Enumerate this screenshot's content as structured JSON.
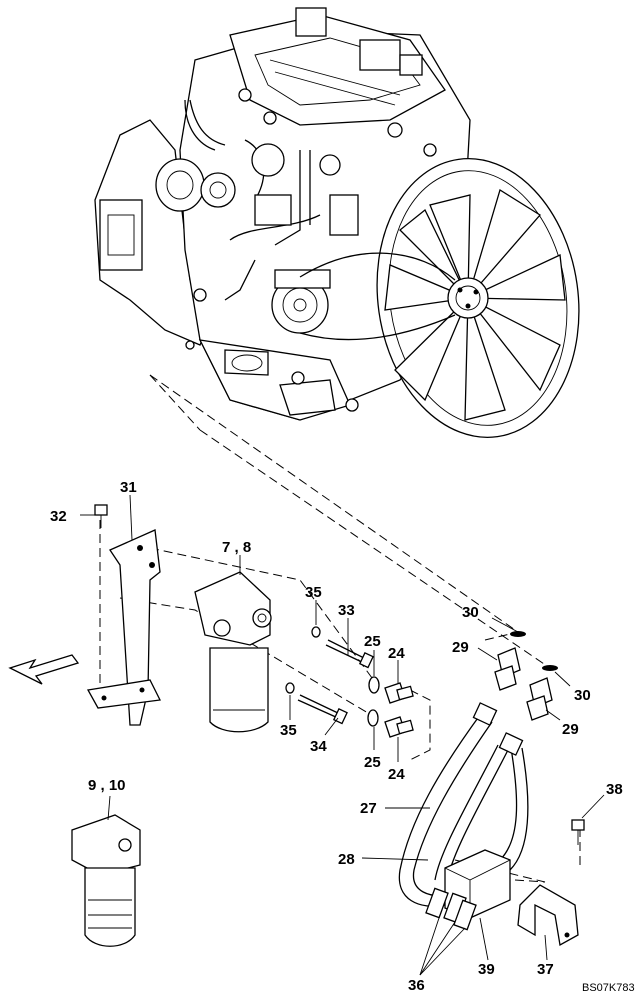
{
  "figure_code": "BS07K783",
  "labels": {
    "l31": "31",
    "l32": "32",
    "l7_8": "7 , 8",
    "l35a": "35",
    "l33": "33",
    "l25a": "25",
    "l24a": "24",
    "l30a": "30",
    "l29a": "29",
    "l30b": "30",
    "l29b": "29",
    "l35b": "35",
    "l34": "34",
    "l25b": "25",
    "l24b": "24",
    "l9_10": "9 , 10",
    "l27": "27",
    "l28": "28",
    "l38": "38",
    "l36": "36",
    "l39": "39",
    "l37": "37"
  }
}
